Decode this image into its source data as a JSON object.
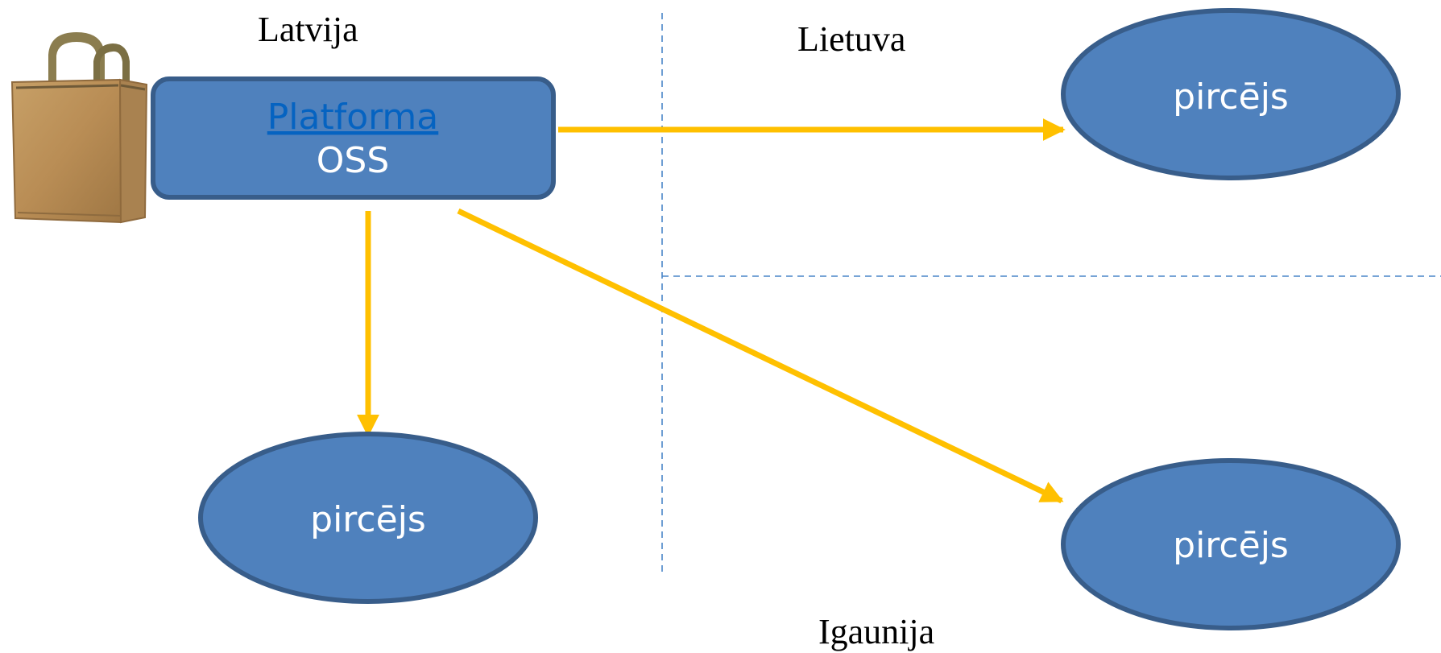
{
  "regions": {
    "latvia": "Latvija",
    "lithuania": "Lietuva",
    "estonia": "Igaunija"
  },
  "platform": {
    "link_label": "Platforma",
    "scheme_label": "OSS"
  },
  "buyers": {
    "lithuania": "pircējs",
    "latvia": "pircējs",
    "estonia": "pircējs"
  },
  "colors": {
    "node_fill": "#4f81bd",
    "node_stroke": "#385d8a",
    "arrow": "#ffc000",
    "divider": "#4a86c8",
    "link": "#0563c1"
  },
  "icons": {
    "bag": "shopping-bag-icon"
  }
}
